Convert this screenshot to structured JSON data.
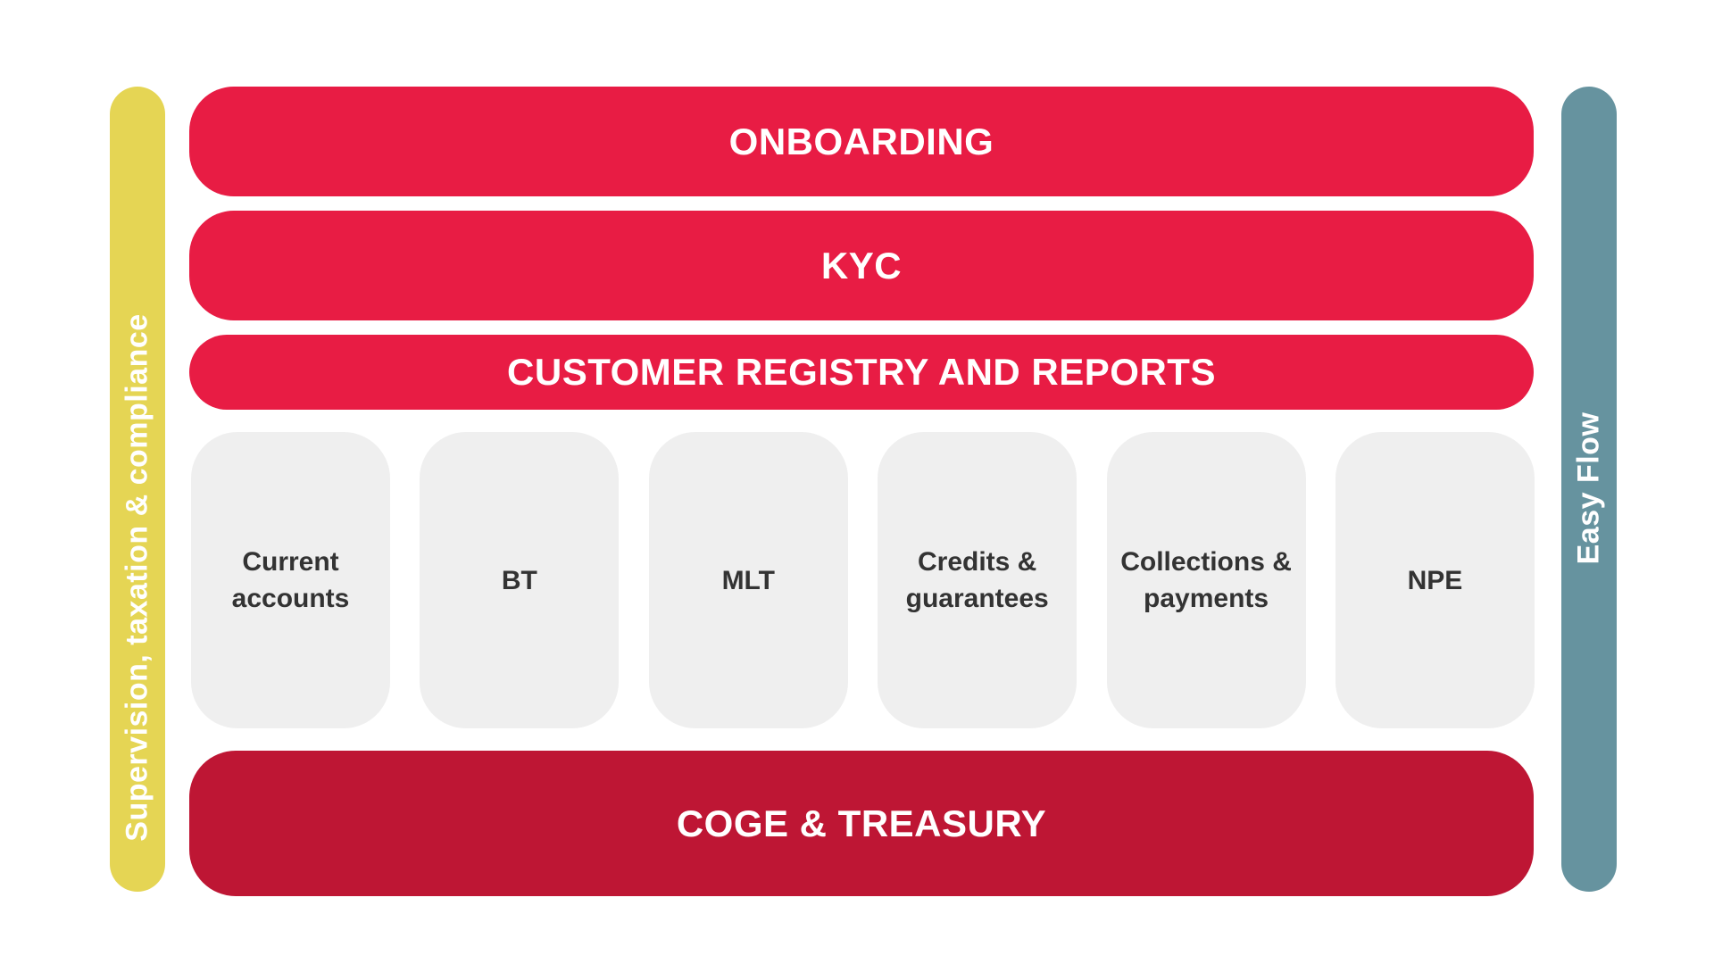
{
  "left_bar": {
    "label": "Supervision, taxation & compliance",
    "color": "#e5d554"
  },
  "right_bar": {
    "label": "Easy Flow",
    "color": "#66939f"
  },
  "layers": {
    "onboarding": "ONBOARDING",
    "kyc": "KYC",
    "registry": "CUSTOMER REGISTRY AND REPORTS",
    "treasury": "COGE & TREASURY"
  },
  "products": [
    {
      "label": "Current\naccounts"
    },
    {
      "label": "BT"
    },
    {
      "label": "MLT"
    },
    {
      "label": "Credits &\nguarantees"
    },
    {
      "label": "Collections &\npayments"
    },
    {
      "label": "NPE"
    }
  ],
  "colors": {
    "primary_red": "#e81c44",
    "dark_red": "#be1634",
    "product_bg": "#efefef",
    "product_text": "#333333"
  }
}
